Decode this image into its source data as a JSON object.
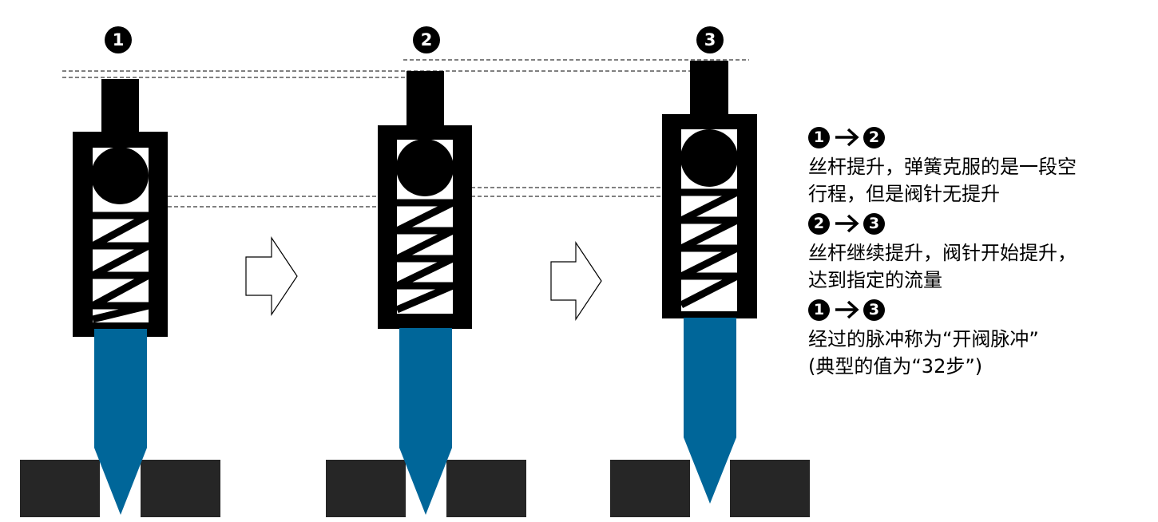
{
  "colors": {
    "ink": "#000000",
    "needle": "#006699",
    "seat": "#262626",
    "background": "#ffffff"
  },
  "stages": [
    {
      "badge": "1",
      "stage": "start"
    },
    {
      "badge": "2",
      "stage": "lead-screw-lifted"
    },
    {
      "badge": "3",
      "stage": "valve-needle-lifted"
    }
  ],
  "notes": [
    {
      "from": "1",
      "to": "2",
      "text": [
        "丝杆提升，弹簧克服的是一段空",
        "行程，但是阀针无提升"
      ]
    },
    {
      "from": "2",
      "to": "3",
      "text": [
        "丝杆继续提升，阀针开始提升，",
        "达到指定的流量"
      ]
    },
    {
      "from": "1",
      "to": "3",
      "text": [
        "经过的脉冲称为“开阀脉冲”",
        "(典型的值为“32步”)"
      ]
    }
  ]
}
